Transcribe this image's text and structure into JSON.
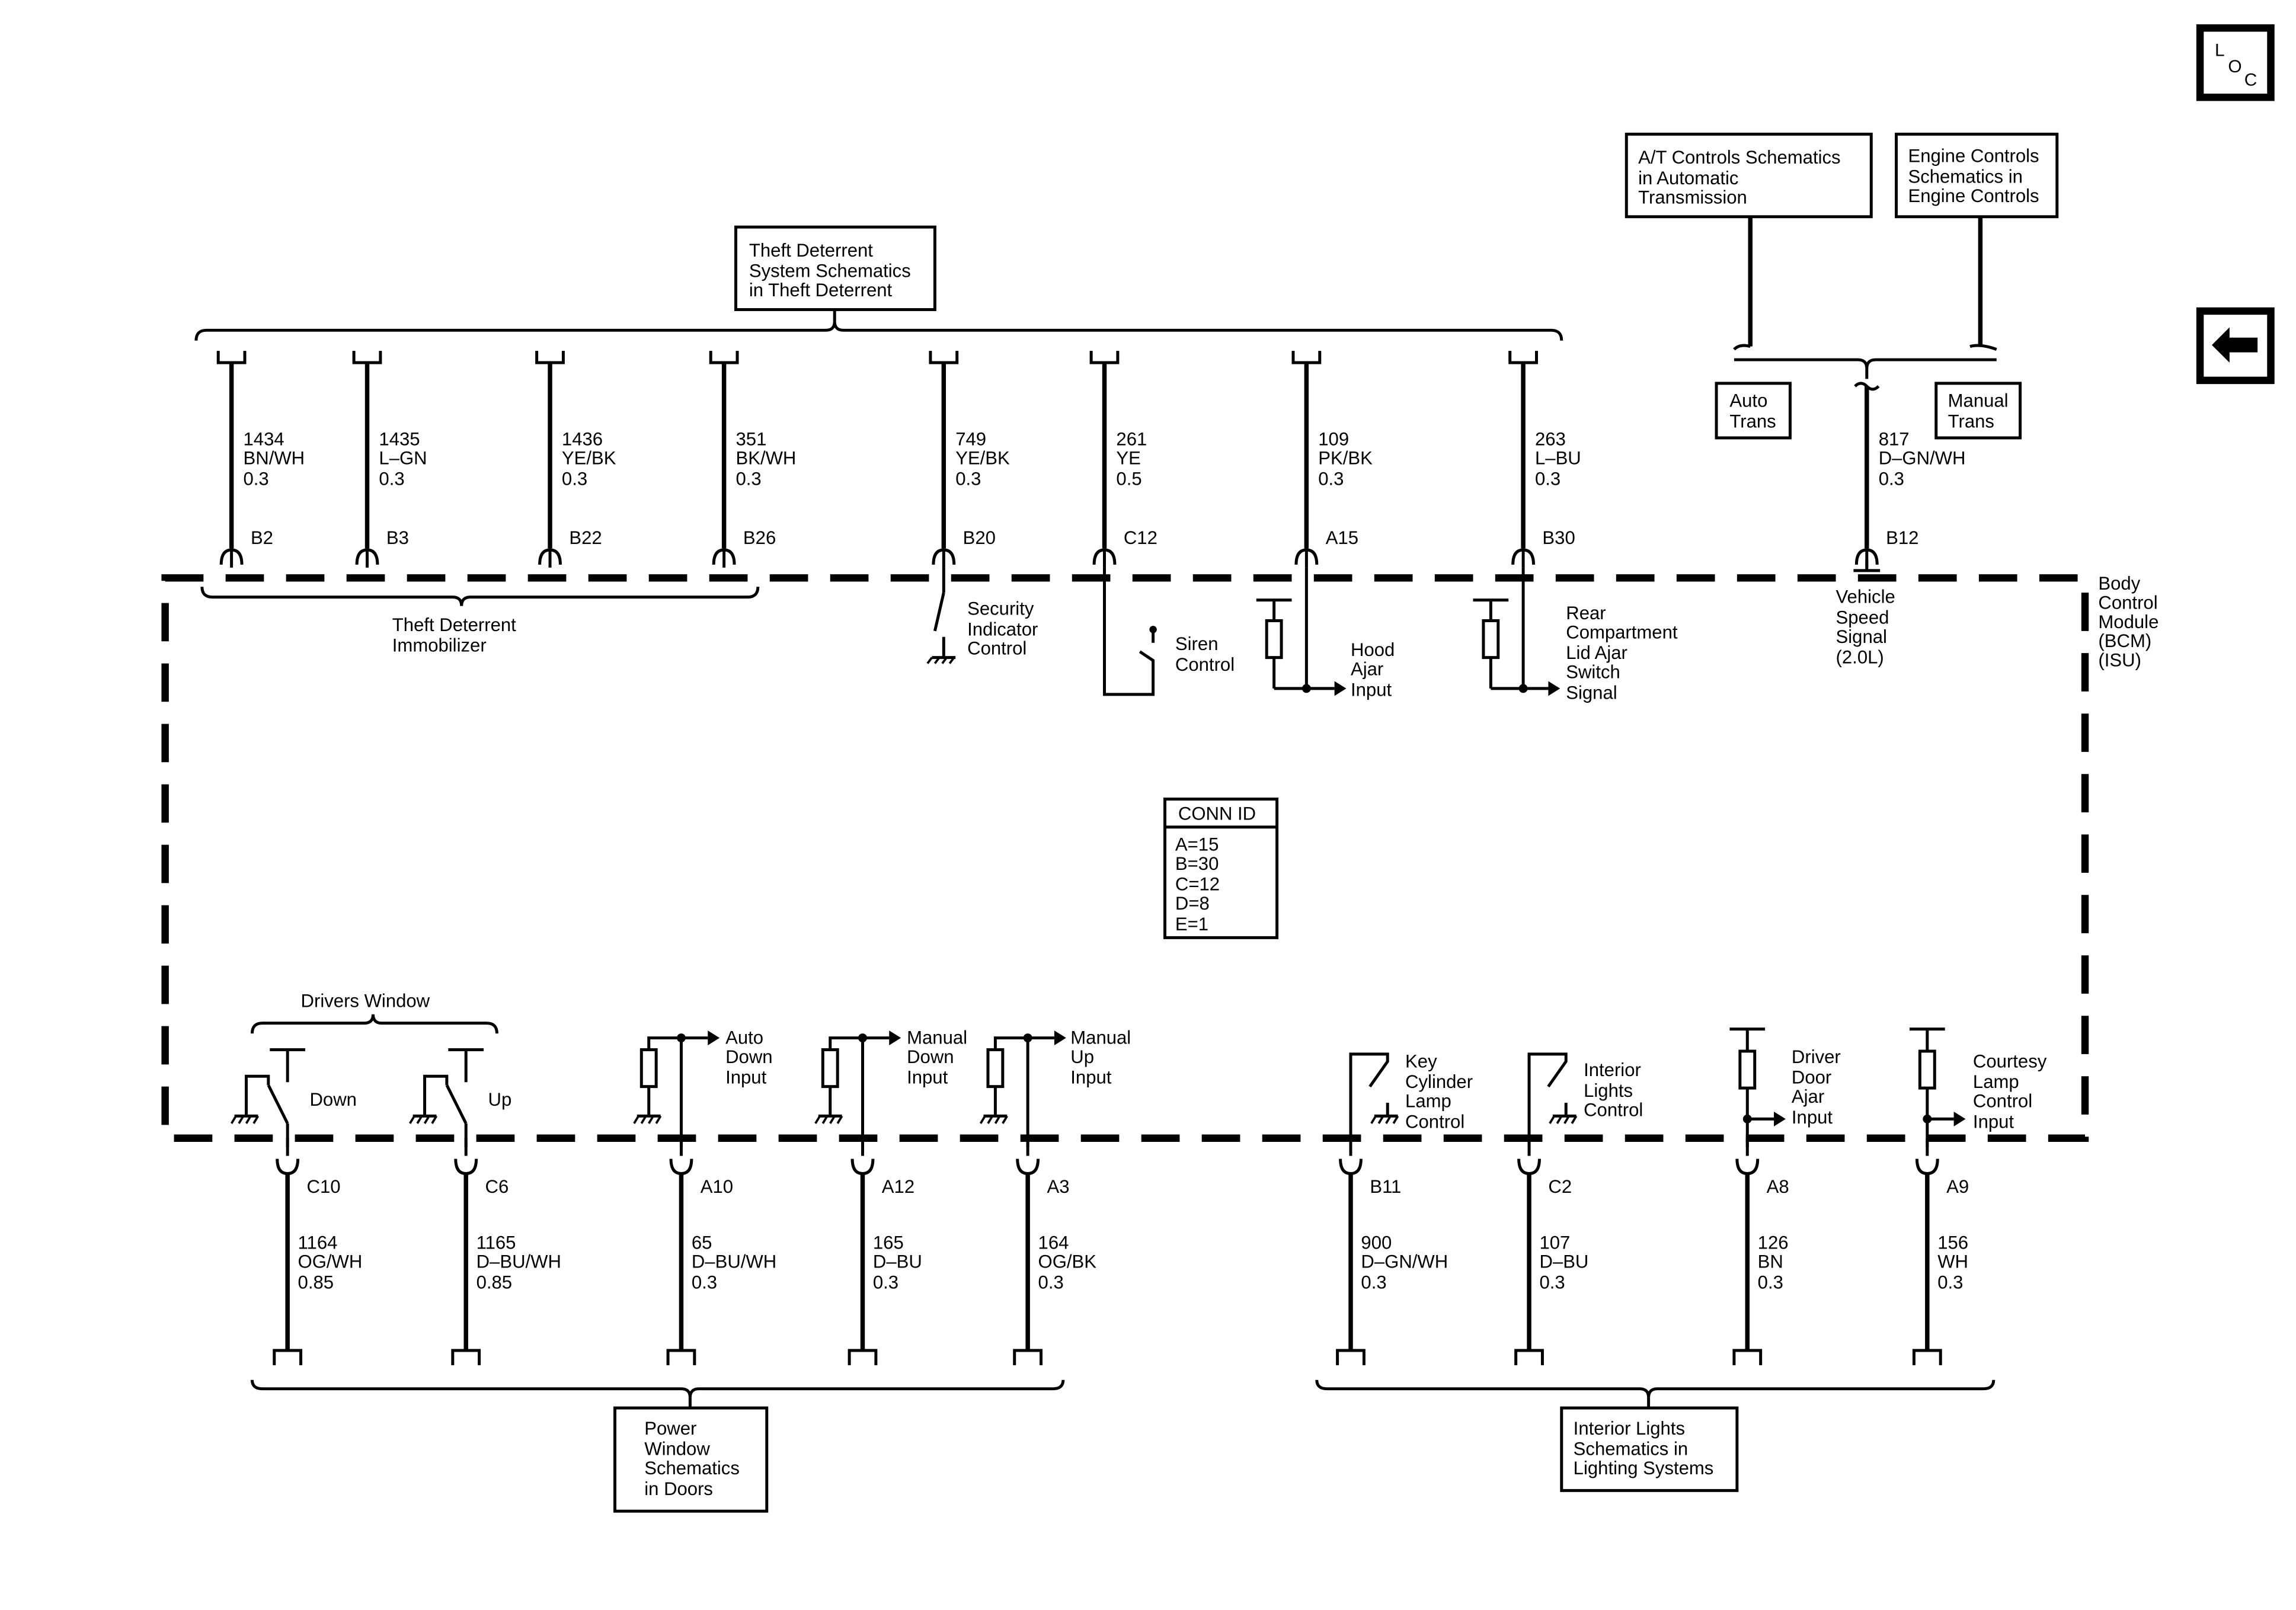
{
  "nav": {
    "loc_l": "L",
    "loc_o": "O",
    "loc_c": "C",
    "back_icon": "left-arrow-icon"
  },
  "ref_boxes": {
    "theft": [
      "Theft Deterrent",
      "System Schematics",
      "in Theft Deterrent"
    ],
    "at_controls": [
      "A/T Controls Schematics",
      "in Automatic",
      "Transmission"
    ],
    "engine": [
      "Engine Controls",
      "Schematics in",
      "Engine Controls"
    ],
    "auto_trans": [
      "Auto",
      "Trans"
    ],
    "manual_trans": [
      "Manual",
      "Trans"
    ],
    "power_window": [
      "Power",
      "Window",
      "Schematics",
      "in Doors"
    ],
    "interior_lights": [
      "Interior Lights",
      "Schematics in",
      "Lighting Systems"
    ]
  },
  "module": {
    "name": [
      "Body",
      "Control",
      "Module",
      "(BCM)",
      "(ISU)"
    ],
    "conn_id": {
      "title": "CONN ID",
      "rows": [
        "A=15",
        "B=30",
        "C=12",
        "D=8",
        "E=1"
      ]
    }
  },
  "group_labels": {
    "theft_immobilizer": [
      "Theft Deterrent",
      "Immobilizer"
    ],
    "drivers_window": "Drivers Window"
  },
  "top_circuits": [
    {
      "circuit": "1434",
      "color": "BN/WH",
      "gauge": "0.3",
      "pin": "B2"
    },
    {
      "circuit": "1435",
      "color": "L–GN",
      "gauge": "0.3",
      "pin": "B3"
    },
    {
      "circuit": "1436",
      "color": "YE/BK",
      "gauge": "0.3",
      "pin": "B22"
    },
    {
      "circuit": "351",
      "color": "BK/WH",
      "gauge": "0.3",
      "pin": "B26"
    },
    {
      "circuit": "749",
      "color": "YE/BK",
      "gauge": "0.3",
      "pin": "B20"
    },
    {
      "circuit": "261",
      "color": "YE",
      "gauge": "0.5",
      "pin": "C12"
    },
    {
      "circuit": "109",
      "color": "PK/BK",
      "gauge": "0.3",
      "pin": "A15"
    },
    {
      "circuit": "263",
      "color": "L–BU",
      "gauge": "0.3",
      "pin": "B30"
    },
    {
      "circuit": "817",
      "color": "D–GN/WH",
      "gauge": "0.3",
      "pin": "B12"
    }
  ],
  "bottom_circuits": [
    {
      "circuit": "1164",
      "color": "OG/WH",
      "gauge": "0.85",
      "pin": "C10"
    },
    {
      "circuit": "1165",
      "color": "D–BU/WH",
      "gauge": "0.85",
      "pin": "C6"
    },
    {
      "circuit": "65",
      "color": "D–BU/WH",
      "gauge": "0.3",
      "pin": "A10"
    },
    {
      "circuit": "165",
      "color": "D–BU",
      "gauge": "0.3",
      "pin": "A12"
    },
    {
      "circuit": "164",
      "color": "OG/BK",
      "gauge": "0.3",
      "pin": "A3"
    },
    {
      "circuit": "900",
      "color": "D–GN/WH",
      "gauge": "0.3",
      "pin": "B11"
    },
    {
      "circuit": "107",
      "color": "D–BU",
      "gauge": "0.3",
      "pin": "C2"
    },
    {
      "circuit": "126",
      "color": "BN",
      "gauge": "0.3",
      "pin": "A8"
    },
    {
      "circuit": "156",
      "color": "WH",
      "gauge": "0.3",
      "pin": "A9"
    }
  ],
  "internal_labels": {
    "security": [
      "Security",
      "Indicator",
      "Control"
    ],
    "siren": [
      "Siren",
      "Control"
    ],
    "hood": [
      "Hood",
      "Ajar",
      "Input"
    ],
    "rear": [
      "Rear",
      "Compartment",
      "Lid Ajar",
      "Switch",
      "Signal"
    ],
    "vss": [
      "Vehicle",
      "Speed",
      "Signal",
      "(2.0L)"
    ],
    "down": "Down",
    "up": "Up",
    "auto_down": [
      "Auto",
      "Down",
      "Input"
    ],
    "manual_down": [
      "Manual",
      "Down",
      "Input"
    ],
    "manual_up": [
      "Manual",
      "Up",
      "Input"
    ],
    "key_cyl": [
      "Key",
      "Cylinder",
      "Lamp",
      "Control"
    ],
    "int_lights": [
      "Interior",
      "Lights",
      "Control"
    ],
    "driver_door": [
      "Driver",
      "Door",
      "Ajar",
      "Input"
    ],
    "courtesy": [
      "Courtesy",
      "Lamp",
      "Control",
      "Input"
    ]
  }
}
